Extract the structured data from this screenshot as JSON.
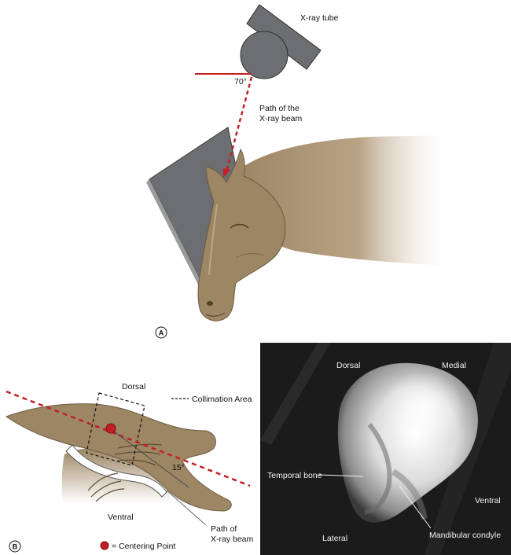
{
  "panel_a": {
    "badge": "A",
    "tube_label": "X-ray tube",
    "angle_label": "70°",
    "beam_label_line1": "Path of the",
    "beam_label_line2": "X-ray beam"
  },
  "panel_b_drawing": {
    "badge": "B",
    "dorsal_label": "Dorsal",
    "ventral_label": "Ventral",
    "collimation_label": "Collimation Area",
    "angle_label": "15°",
    "beam_label_line1": "Path of",
    "beam_label_line2": "X-ray beam",
    "centering_label": "= Centering Point"
  },
  "panel_b_radiograph": {
    "dorsal_label": "Dorsal",
    "medial_label": "Medial",
    "temporal_label": "Temporal bone",
    "ventral_label": "Ventral",
    "lateral_label": "Lateral",
    "mandibular_label": "Mandibular condyle"
  },
  "colors": {
    "beam_red": "#c41e24",
    "coat_brown": "#9c8664",
    "plate_gray": "#6d6e71",
    "tube_gray": "#6d6e71",
    "radiograph_bg": "#1b1b1b"
  }
}
